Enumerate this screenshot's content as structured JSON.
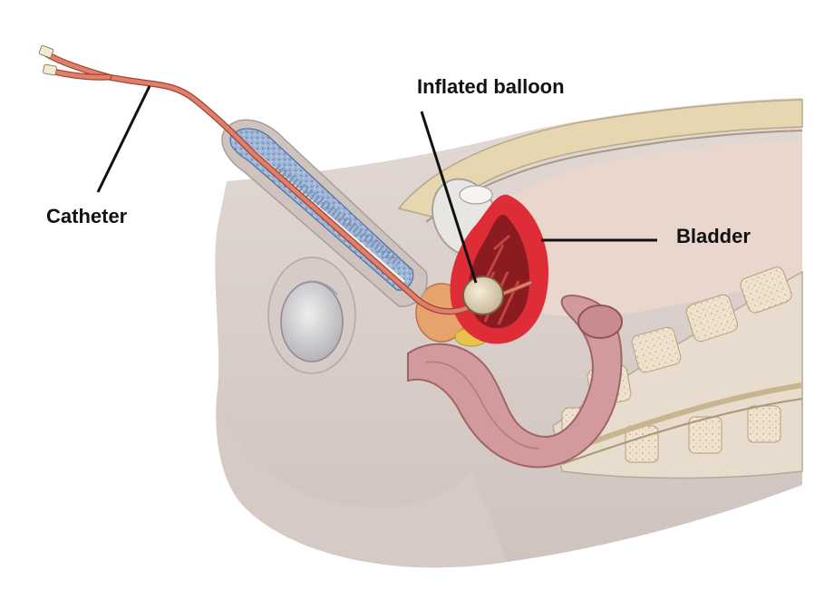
{
  "labels": {
    "inflated_balloon": "Inflated balloon",
    "bladder": "Bladder",
    "catheter": "Catheter"
  },
  "colors": {
    "skin": "#ddd1cd",
    "skin_shadow": "#c9bdb8",
    "fat_layer": "#e9dcb4",
    "cavity": "#e8d3c9",
    "bladder_wall": "#e0313a",
    "bladder_lumen": "#8e1a1e",
    "catheter": "#e07a66",
    "spongy_tissue": "#8aa7cc",
    "vertebra": "#ede0cc",
    "leader_line": "#111111"
  }
}
